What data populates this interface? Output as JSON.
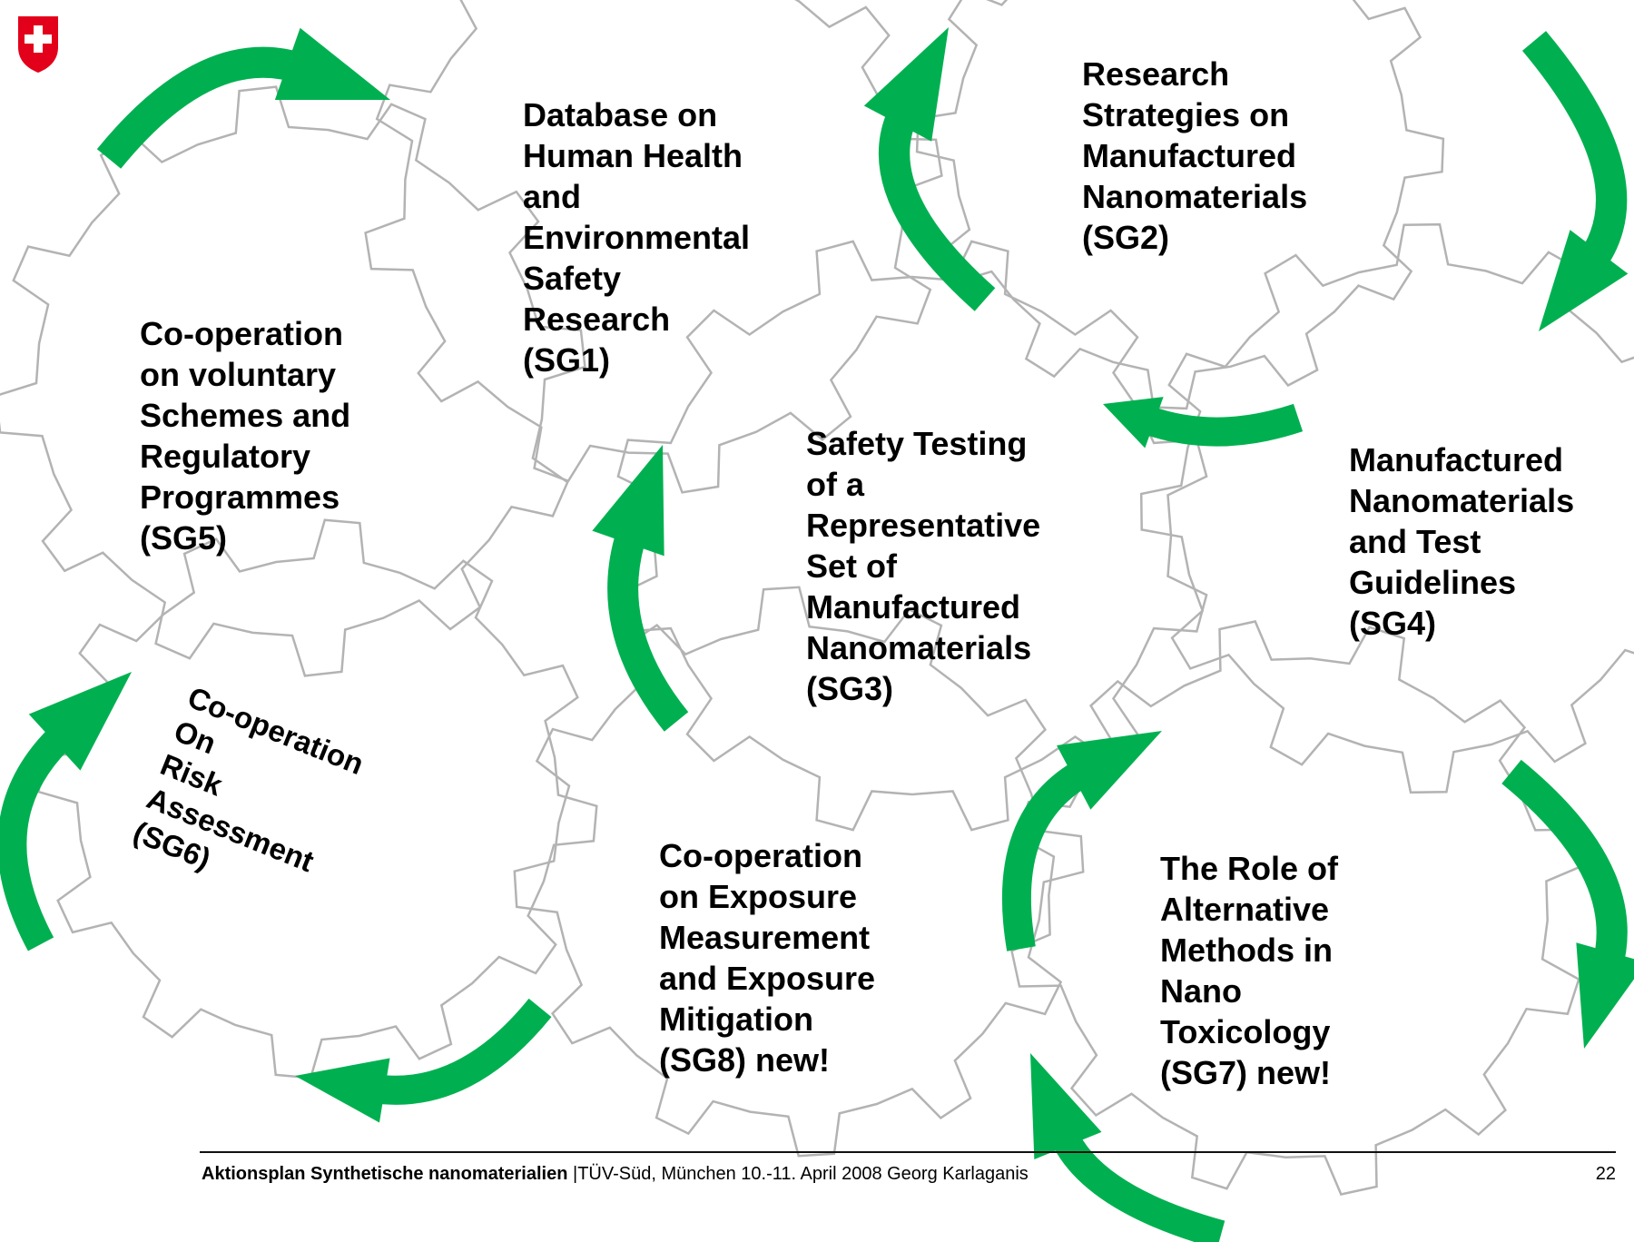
{
  "colors": {
    "arrow": "#00b050",
    "gear_outline": "#b3b3b3",
    "logo": "#e3001b"
  },
  "logo": {
    "icon": "swiss-cross-shield-icon"
  },
  "groups": [
    {
      "id": "SG1",
      "lines": [
        "Database on",
        "Human Health",
        "and",
        "Environmental",
        "Safety",
        "Research",
        "(SG1)"
      ]
    },
    {
      "id": "SG2",
      "lines": [
        "Research",
        "Strategies on",
        "Manufactured",
        "Nanomaterials",
        "(SG2)"
      ]
    },
    {
      "id": "SG3",
      "lines": [
        "Safety Testing",
        "of a",
        "Representative",
        "Set of",
        "Manufactured",
        "Nanomaterials",
        "(SG3)"
      ]
    },
    {
      "id": "SG4",
      "lines": [
        "Manufactured",
        "Nanomaterials",
        "and Test",
        "Guidelines",
        "(SG4)"
      ]
    },
    {
      "id": "SG5",
      "lines": [
        "Co-operation",
        "on voluntary",
        "Schemes and",
        "Regulatory",
        "Programmes",
        "(SG5)"
      ]
    },
    {
      "id": "SG6",
      "lines": [
        "Co-operation",
        "On",
        "Risk",
        "Assessment",
        "(SG6)"
      ]
    },
    {
      "id": "SG7",
      "lines": [
        "The Role of",
        "Alternative",
        "Methods in",
        "Nano",
        "Toxicology",
        "(SG7) new!"
      ]
    },
    {
      "id": "SG8",
      "lines": [
        "Co-operation",
        "on Exposure",
        "Measurement",
        "and Exposure",
        "Mitigation",
        "(SG8) new!"
      ]
    }
  ],
  "footer": {
    "bold": "Aktionsplan Synthetische nanomaterialien",
    "rest": " |TÜV-Süd, München 10.-11. April 2008 Georg Karlaganis",
    "page": "22"
  }
}
